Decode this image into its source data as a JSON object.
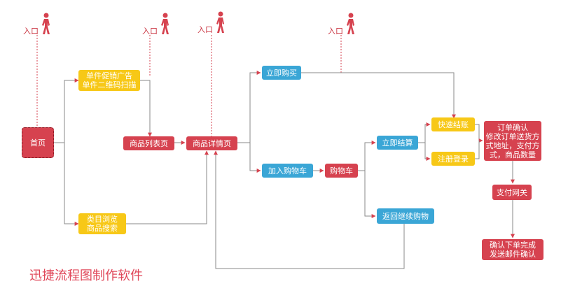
{
  "entries": [
    {
      "id": "entry-1",
      "label": "入口"
    },
    {
      "id": "entry-2",
      "label": "入口"
    },
    {
      "id": "entry-3",
      "label": "入口"
    },
    {
      "id": "entry-4",
      "label": "入口"
    }
  ],
  "nodes": {
    "home": "首页",
    "promo": "单件促销广告\n单件二维码扫描",
    "category": "类目浏览\n商品搜索",
    "product_list": "商品列表页",
    "product_detail": "商品详情页",
    "buy_now": "立即购买",
    "add_to_cart": "加入购物车",
    "cart": "购物车",
    "checkout": "立即结算",
    "continue_shopping": "返回继续购物",
    "quick_checkout": "快速结账",
    "register_login": "注册登录",
    "order_confirm": "订单确认\n修改订单送货方\n式地址，支付方\n式，商品数量",
    "payment_gateway": "支付网关",
    "confirm_order": "确认下单完成\n发送邮件确认"
  },
  "caption": "迅捷流程图制作软件",
  "colors": {
    "red": "#d6424f",
    "blue": "#3aa6d6",
    "yellow": "#f7c817",
    "line": "#7a7a7a",
    "entry": "#c9323f"
  }
}
